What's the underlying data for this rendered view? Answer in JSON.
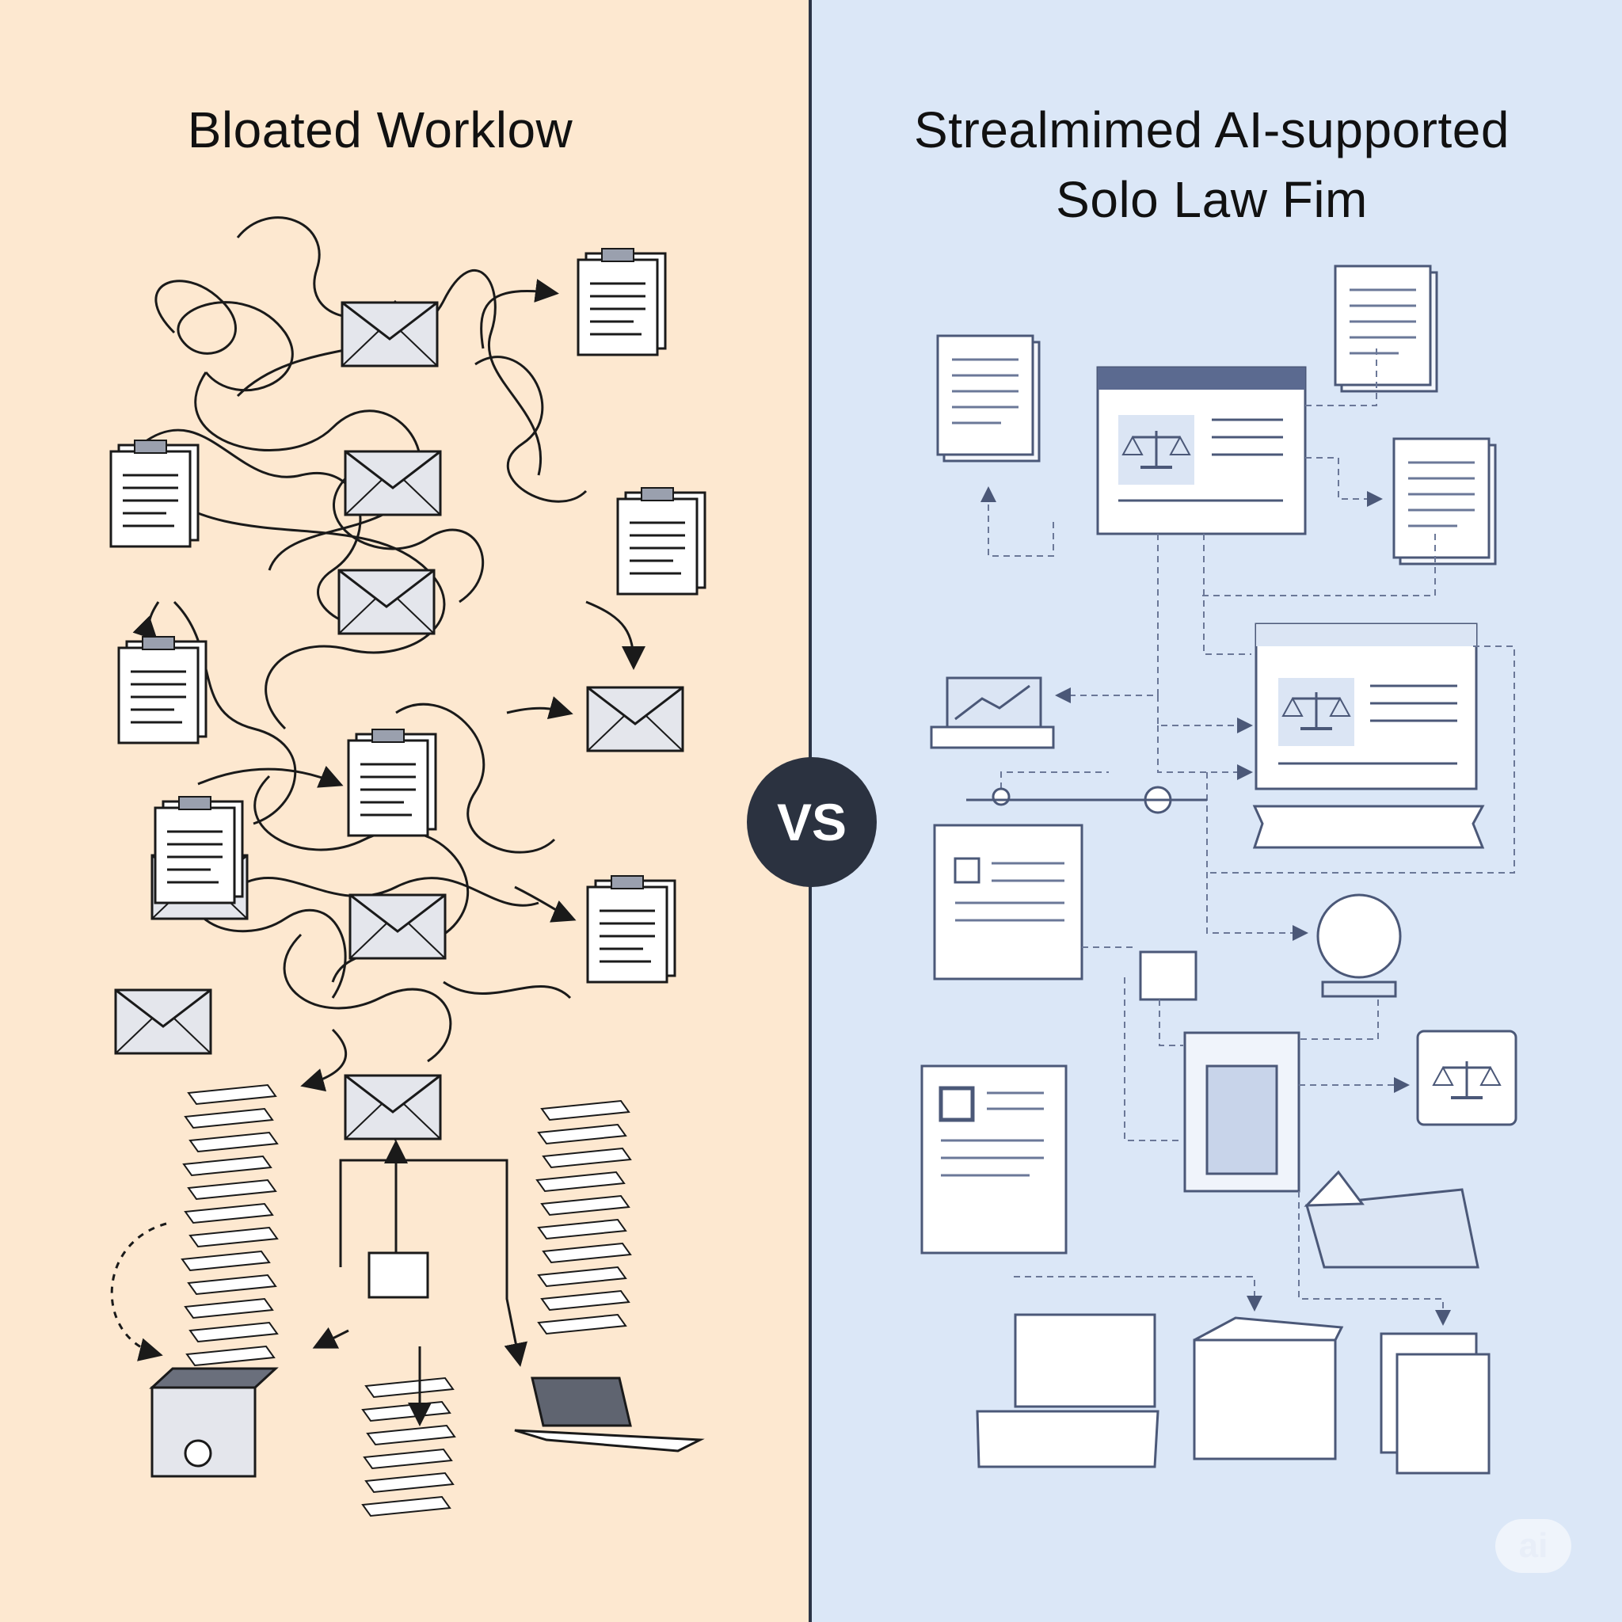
{
  "left": {
    "title": "Bloated Worklow"
  },
  "right": {
    "title_line1": "Strealmimed AI-supported",
    "title_line2": "Solo Law Fim"
  },
  "badge": {
    "label": "VS"
  },
  "watermark": {
    "label": "ai"
  },
  "colors": {
    "left_bg": "#fde8d0",
    "right_bg": "#dbe7f7",
    "divider": "#2b3446",
    "badge_bg": "#2b3240",
    "line_left": "#1a1a1a",
    "line_right": "#4b5878"
  }
}
